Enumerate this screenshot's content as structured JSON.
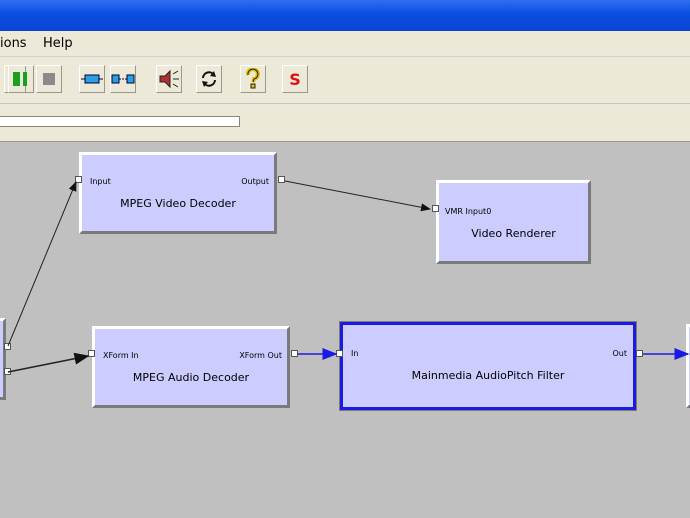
{
  "menu": {
    "options_label": "ions",
    "help_label": "Help"
  },
  "colors": {
    "titlebar": "#0a4ee0",
    "filter_fill": "#ccccff",
    "selected_border": "#1a1ae0",
    "canvas": "#c0c0c0",
    "wire_blue": "#1a1ae0"
  },
  "toolbar": {
    "buttons": [
      {
        "name": "play-icon"
      },
      {
        "name": "pause-icon"
      },
      {
        "name": "stop-icon"
      },
      {
        "name": "connect-icon"
      },
      {
        "name": "disconnect-icon"
      },
      {
        "name": "speaker-icon"
      },
      {
        "name": "refresh-icon"
      },
      {
        "name": "question-icon"
      },
      {
        "name": "s-icon",
        "label": "S"
      }
    ]
  },
  "filters": {
    "video_decoder": {
      "name": "MPEG Video Decoder",
      "in_pin": "Input",
      "out_pin": "Output"
    },
    "video_renderer": {
      "name": "Video Renderer",
      "in_pin": "VMR Input0"
    },
    "audio_decoder": {
      "name": "MPEG Audio Decoder",
      "in_pin": "XForm In",
      "out_pin": "XForm Out"
    },
    "audiopitch": {
      "name": "Mainmedia AudioPitch Filter",
      "in_pin": "In",
      "out_pin": "Out"
    }
  }
}
